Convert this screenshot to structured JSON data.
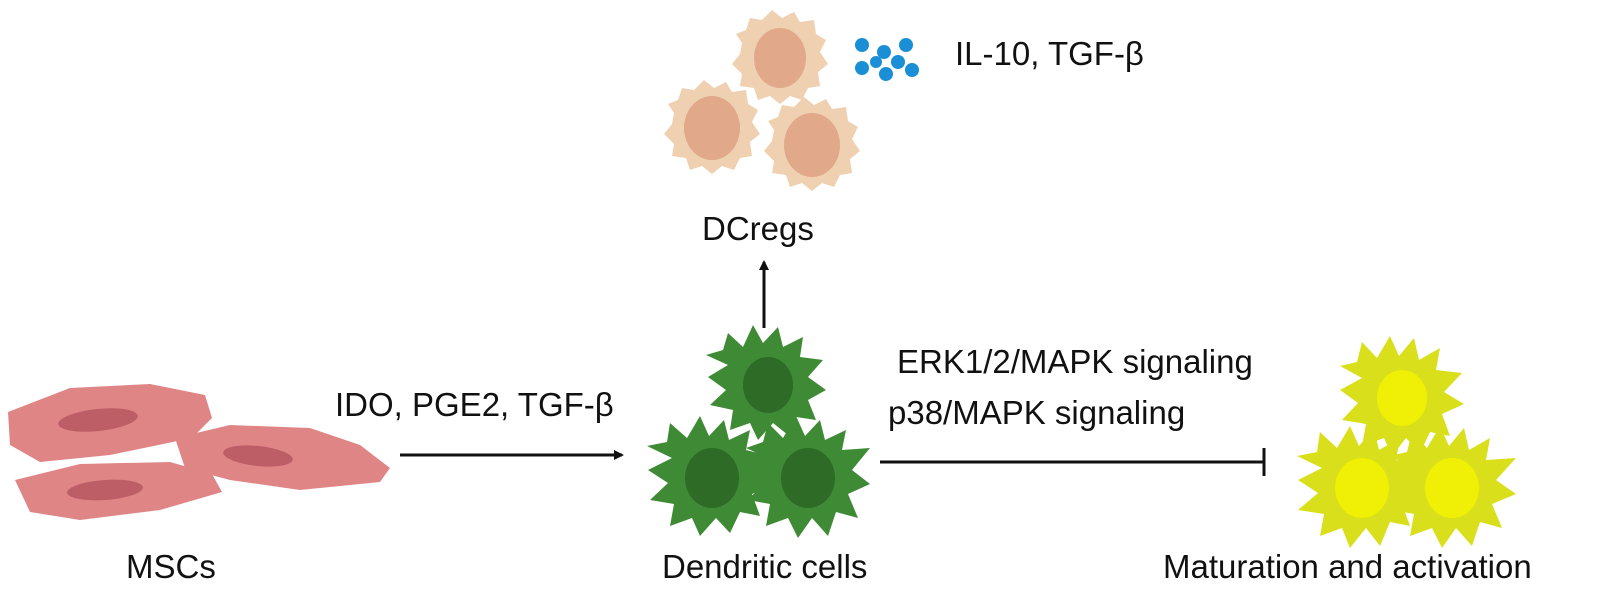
{
  "labels": {
    "mscs": "MSCs",
    "dendritic_cells": "Dendritic cells",
    "dcregs": "DCregs",
    "cytokines": "IL-10, TGF-β",
    "msc_factors": "IDO, PGE2, TGF-β",
    "signaling_erk": "ERK1/2/MAPK signaling",
    "signaling_p38": "p38/MAPK signaling",
    "outcome": "Maturation and activation"
  },
  "colors": {
    "msc_body": "#df8586",
    "msc_nucleus": "#bd5d66",
    "dc_body": "#3f8a35",
    "dc_nucleus": "#2d6b27",
    "dcreg_body": "#efd1b2",
    "dcreg_nucleus": "#e1a98a",
    "mature_body": "#d9df1a",
    "mature_nucleus": "#f0f006",
    "dots": "#1a8fd6",
    "arrow": "#111111"
  },
  "icons": {
    "msc": "spindle-cell-icon",
    "dendritic": "dendritic-cell-icon",
    "dcreg": "round-cell-icon",
    "mature": "spiky-cell-icon"
  }
}
